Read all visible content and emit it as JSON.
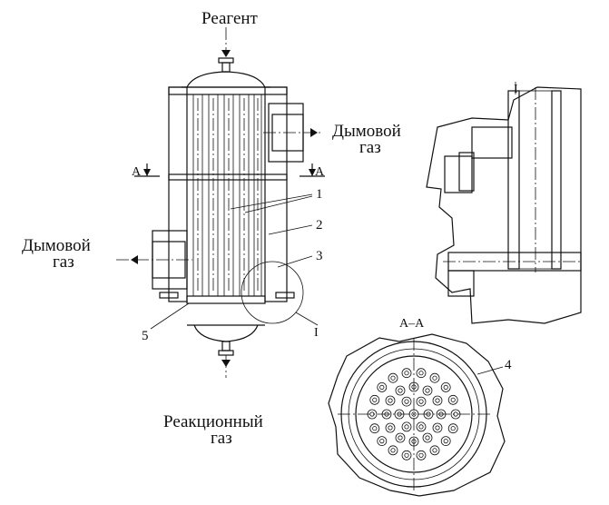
{
  "labels": {
    "reagent": "Реагент",
    "flue_gas_top_line1": "Дымовой",
    "flue_gas_top_line2": "газ",
    "flue_gas_left_line1": "Дымовой",
    "flue_gas_left_line2": "газ",
    "reaction_gas_line1": "Реакционный",
    "reaction_gas_line2": "газ",
    "section_mark_left": "А",
    "section_mark_right": "А",
    "section_title": "А–А",
    "detail_mark_main": "I",
    "detail_mark_enlarged": "I"
  },
  "callouts": {
    "c1": "1",
    "c2": "2",
    "c3": "3",
    "c4": "4",
    "c5": "5"
  },
  "colors": {
    "ink": "#111111",
    "green_text": "#1a3a1a"
  }
}
